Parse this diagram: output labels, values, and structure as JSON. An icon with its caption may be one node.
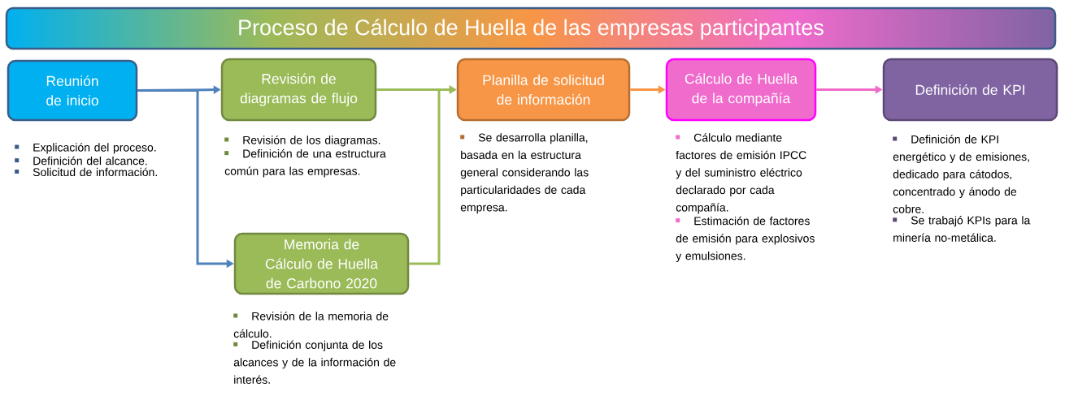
{
  "diagram": {
    "title": "Proceso de Cálculo de Huella de las empresas participantes",
    "nodes": [
      {
        "text": [
          "Reunión de inicio"
        ],
        "beside": [
          "Explicación del proceso.",
          "Definición del alcance.",
          "Solicitud de información."
        ]
      },
      {
        "text": [
          "Revisión de diagramas de flujo"
        ],
        "beside": [
          "Revisión de los diagramas.",
          "Definición de una estructura común para las empresas."
        ]
      },
      {
        "text": [
          "Memoria de Cálculo de Huella de Carbono 2020"
        ],
        "beside": [
          "Revisión de la memoria de cálculo.",
          "Definición conjunta de los alcances y de la información de interés."
        ]
      },
      {
        "text": [
          "Planilla de solicitud de información"
        ],
        "beside": [
          "Se desarrolla planilla, basada en la estructura general considerando las particularidades de cada empresa."
        ]
      },
      {
        "text": [
          "Cálculo de Huella de la compañía"
        ],
        "beside": [
          "Cálculo mediante factores de emisión IPCC y del suministro eléctrico declarado por cada compañía.",
          "Estimación de factores de emisión para explosivos y emulsiones."
        ]
      },
      {
        "text": [
          "Definición de KPI"
        ],
        "beside": [
          "Definición de KPI energético y de emisiones, dedicado para cátodos, concentrado y ánodo de cobre.",
          "Se trabajó KPIs para la minería no-metálica."
        ]
      }
    ],
    "edges": [
      {
        "from": 0,
        "to": 1,
        "arrow": "to",
        "color": "#4f81bd"
      },
      {
        "from": 0,
        "to": 2,
        "arrow": "to",
        "color": "#4f81bd"
      },
      {
        "from": 1,
        "to": 3,
        "arrow": "to",
        "color": "#9bbb59"
      },
      {
        "from": 2,
        "to": 3,
        "arrow": "to",
        "color": "#9bbb59"
      },
      {
        "from": 3,
        "to": 4,
        "arrow": "to",
        "color": "#f79646"
      },
      {
        "from": 4,
        "to": 5,
        "arrow": "to",
        "color": "#f06bc8"
      }
    ]
  }
}
